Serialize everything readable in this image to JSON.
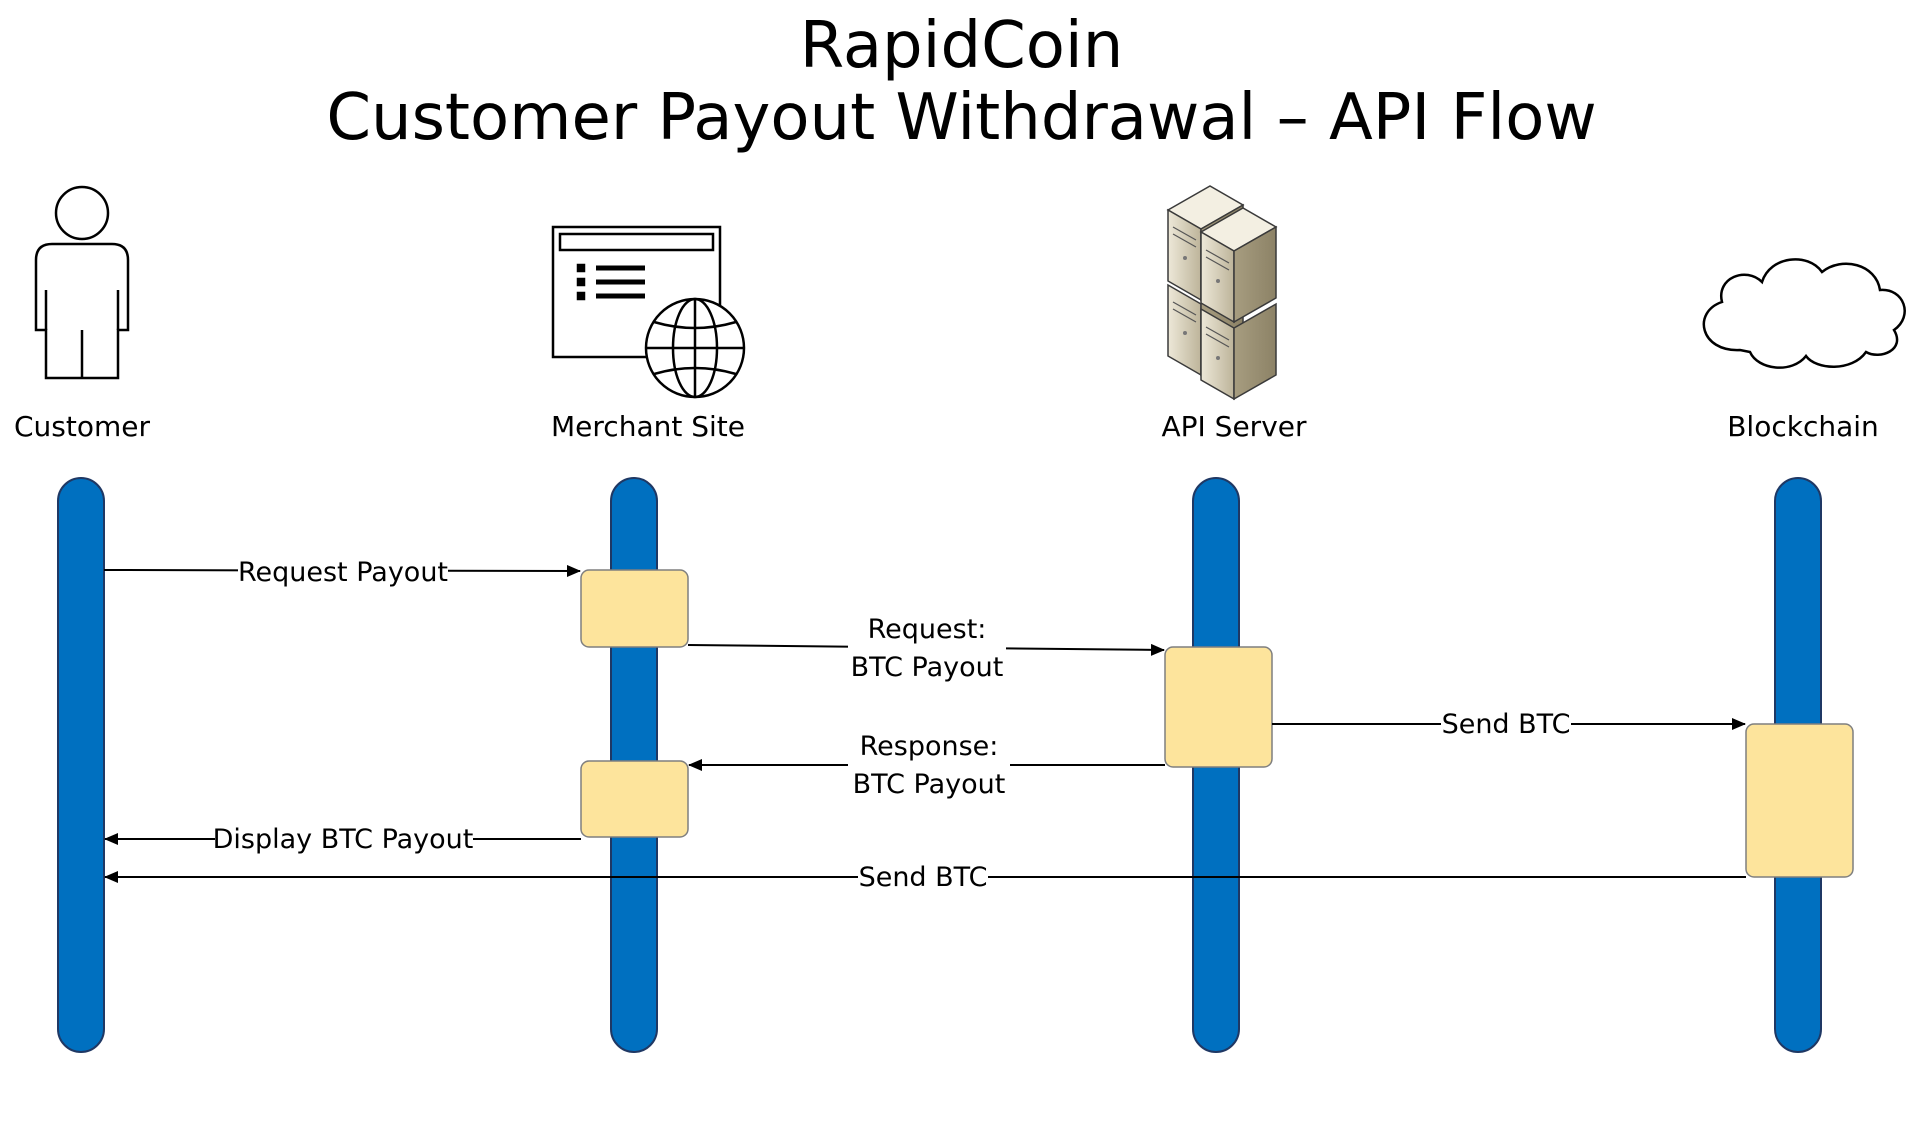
{
  "title": {
    "line1": "RapidCoin",
    "line2": "Customer Payout Withdrawal – API Flow"
  },
  "actors": [
    {
      "id": "customer",
      "label": "Customer",
      "icon": "person-icon"
    },
    {
      "id": "merchant",
      "label": "Merchant Site",
      "icon": "webpage-globe-icon"
    },
    {
      "id": "api",
      "label": "API Server",
      "icon": "server-stack-icon"
    },
    {
      "id": "blockchain",
      "label": "Blockchain",
      "icon": "cloud-icon"
    }
  ],
  "messages": [
    {
      "from": "customer",
      "to": "merchant",
      "label": [
        "Request Payout"
      ]
    },
    {
      "from": "merchant",
      "to": "api",
      "label": [
        "Request:",
        "BTC Payout"
      ]
    },
    {
      "from": "api",
      "to": "blockchain",
      "label": [
        "Send BTC"
      ]
    },
    {
      "from": "api",
      "to": "merchant",
      "label": [
        "Response:",
        "BTC Payout"
      ]
    },
    {
      "from": "merchant",
      "to": "customer",
      "label": [
        "Display BTC Payout"
      ]
    },
    {
      "from": "blockchain",
      "to": "customer",
      "label": [
        "Send BTC"
      ]
    }
  ],
  "colors": {
    "lifeline": "#0070C0",
    "lifeline_border": "#1F3864",
    "activation": "#FDE49C",
    "activation_border": "#7F7F7F",
    "server": "#D9D3BF"
  }
}
